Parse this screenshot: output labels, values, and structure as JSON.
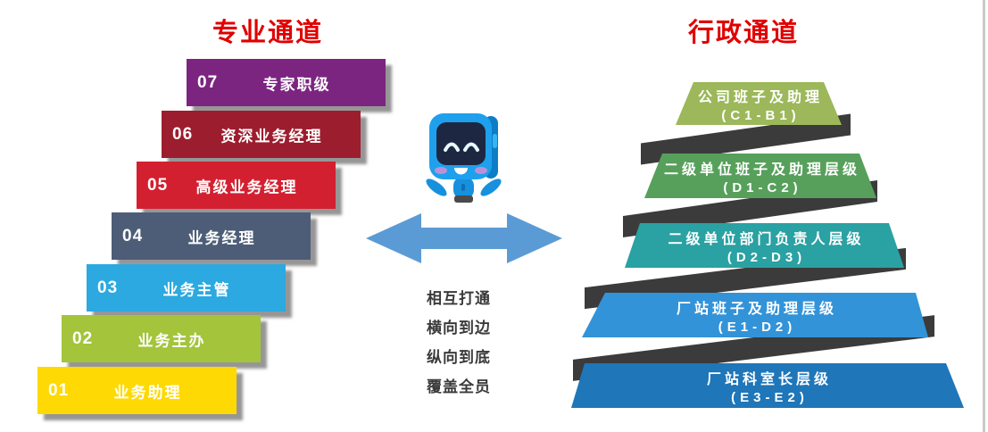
{
  "left_channel": {
    "title": "专业通道",
    "levels": [
      {
        "num": "07",
        "label": "专家职级",
        "color": "#7B2581"
      },
      {
        "num": "06",
        "label": "资深业务经理",
        "color": "#9C1D2E"
      },
      {
        "num": "05",
        "label": "高级业务经理",
        "color": "#D32030"
      },
      {
        "num": "04",
        "label": "业务经理",
        "color": "#4D5D77"
      },
      {
        "num": "03",
        "label": "业务主管",
        "color": "#2BA9E0"
      },
      {
        "num": "02",
        "label": "业务主办",
        "color": "#A3C43B"
      },
      {
        "num": "01",
        "label": "业务助理",
        "color": "#FFD903"
      }
    ]
  },
  "center": {
    "slogan_lines": [
      "相互打通",
      "横向到边",
      "纵向到底",
      "覆盖全员"
    ],
    "arrow_color": "#5B9BD5",
    "robot_icon": "robot-mascot"
  },
  "right_channel": {
    "title": "行政通道",
    "tiers": [
      {
        "label": "公司班子及助理",
        "range": "(C1-B1)",
        "color": "#9CB85A"
      },
      {
        "label": "二级单位班子及助理层级",
        "range": "(D1-C2)",
        "color": "#57A05B"
      },
      {
        "label": "二级单位部门负责人层级",
        "range": "(D2-D3)",
        "color": "#2AA1A2"
      },
      {
        "label": "厂站班子及助理层级",
        "range": "(E1-D2)",
        "color": "#3393D8"
      },
      {
        "label": "厂站科室长层级",
        "range": "(E3-E2)",
        "color": "#1F76B8"
      }
    ]
  },
  "colors": {
    "title_red": "#E00000",
    "ribbon_shadow": "#3B3B3B",
    "slogan_text": "#3A3A3A"
  }
}
